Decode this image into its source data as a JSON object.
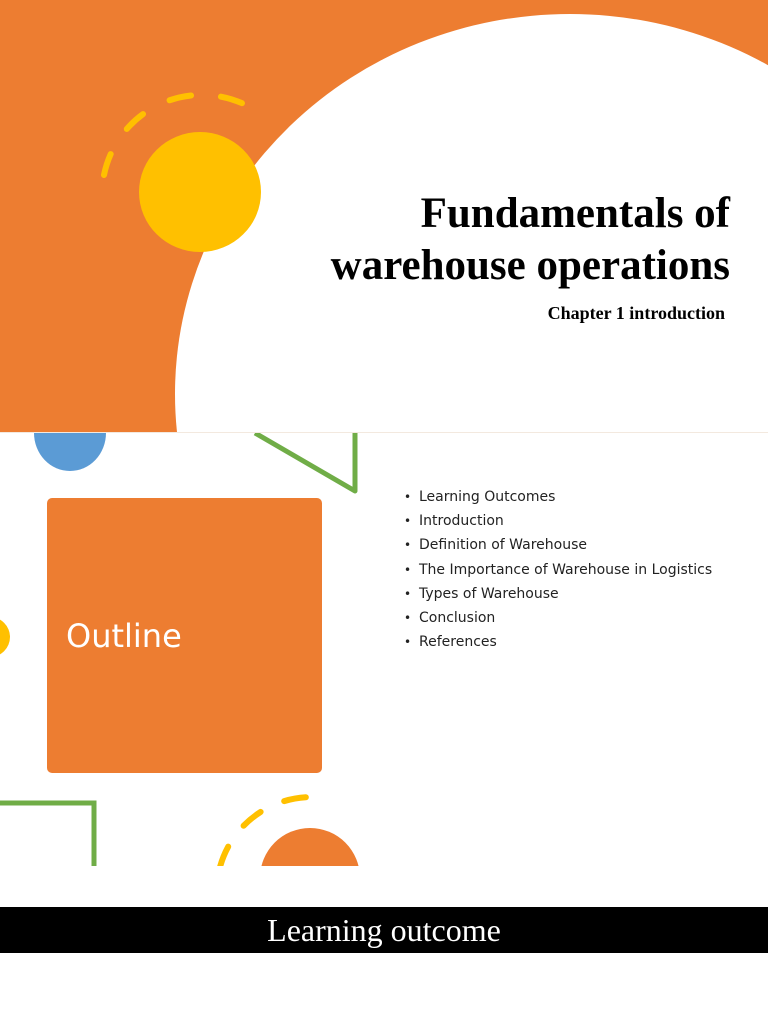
{
  "slides": [
    {
      "title_line1": "Fundamentals of",
      "title_line2": "warehouse operations",
      "subtitle": "Chapter 1 introduction"
    },
    {
      "heading": "Outline",
      "bullets": [
        "Learning Outcomes",
        "Introduction",
        "Definition of Warehouse",
        "The Importance of Warehouse in Logistics",
        "Types of Warehouse",
        "Conclusion",
        "References"
      ]
    },
    {
      "heading": "Learning outcome"
    }
  ],
  "colors": {
    "orange": "#ED7D31",
    "yellow": "#FFC000",
    "green": "#70AD47",
    "blue": "#5B9BD5"
  }
}
